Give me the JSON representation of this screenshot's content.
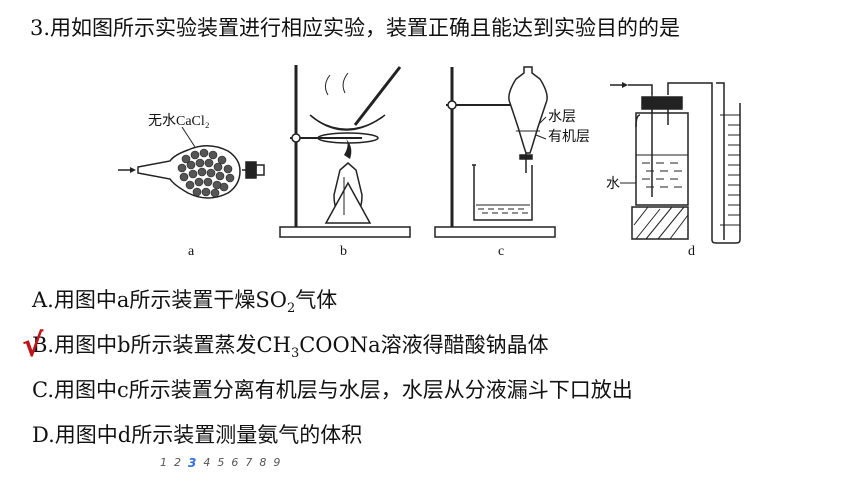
{
  "question": "3.用如图所示实验装置进行相应实验，装置正确且能达到实验目的的是",
  "figure": {
    "label_a": "a",
    "label_b": "b",
    "label_c": "c",
    "label_d": "d",
    "cacl2_label": "无水CaCl₂",
    "water_layer": "水层",
    "organic_layer": "有机层",
    "water": "水"
  },
  "options": {
    "a_pre": "A.用图中a所示装置干燥SO",
    "a_sub": "2",
    "a_post": "气体",
    "b_pre": "B.用图中b所示装置蒸发CH",
    "b_sub": "3",
    "b_post": "COONa溶液得醋酸钠晶体",
    "c": "C.用图中c所示装置分离有机层与水层，水层从分液漏斗下口放出",
    "d": "D.用图中d所示装置测量氨气的体积"
  },
  "answer_mark": "√",
  "pager": [
    "1",
    "2",
    "3",
    "4",
    "5",
    "6",
    "7",
    "8",
    "9"
  ],
  "pager_active": "3",
  "colors": {
    "check": "#c0151b",
    "pager_active": "#2f6fd6"
  }
}
